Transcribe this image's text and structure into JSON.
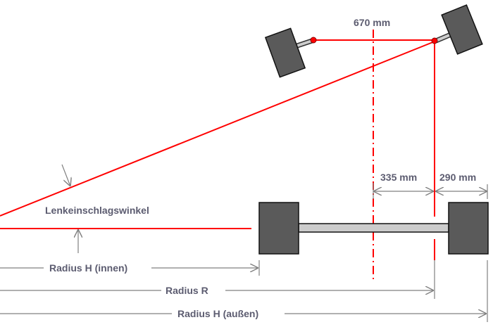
{
  "labels": {
    "track_front": "670 mm",
    "half_track": "335 mm",
    "offset": "290 mm",
    "steering_angle": "Lenkeinschlagswinkel",
    "radius_inner": "Radius  H (innen)",
    "radius_r": "Radius R",
    "radius_outer": "Radius  H (außen)"
  },
  "colors": {
    "construction": "#ff0000",
    "dimension": "#808080",
    "wheel": "#5a5a5a",
    "axle": "#cccccc",
    "text": "#5c5c70"
  }
}
